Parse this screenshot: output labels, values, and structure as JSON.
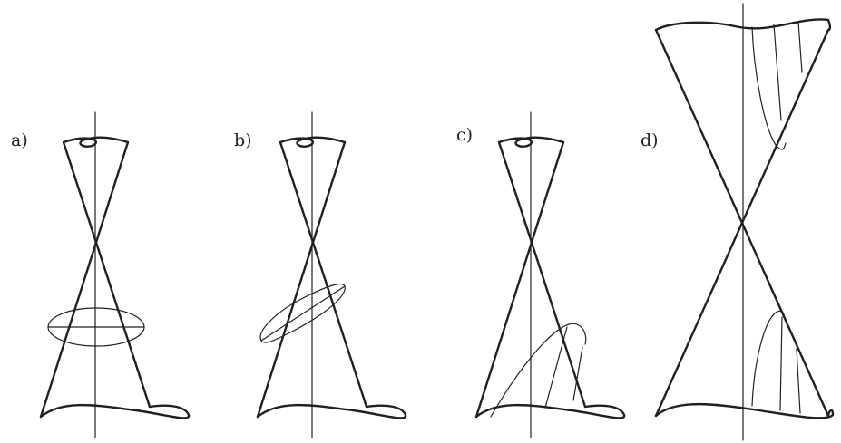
{
  "panels": [
    {
      "id": "a",
      "label": "a)",
      "section": "ellipse"
    },
    {
      "id": "b",
      "label": "b)",
      "section": "ellipse"
    },
    {
      "id": "c",
      "label": "c)",
      "section": "parabola"
    },
    {
      "id": "d",
      "label": "d)",
      "section": "hyperbola"
    }
  ],
  "colors": {
    "stroke": "#231f20",
    "background": "#ffffff"
  }
}
